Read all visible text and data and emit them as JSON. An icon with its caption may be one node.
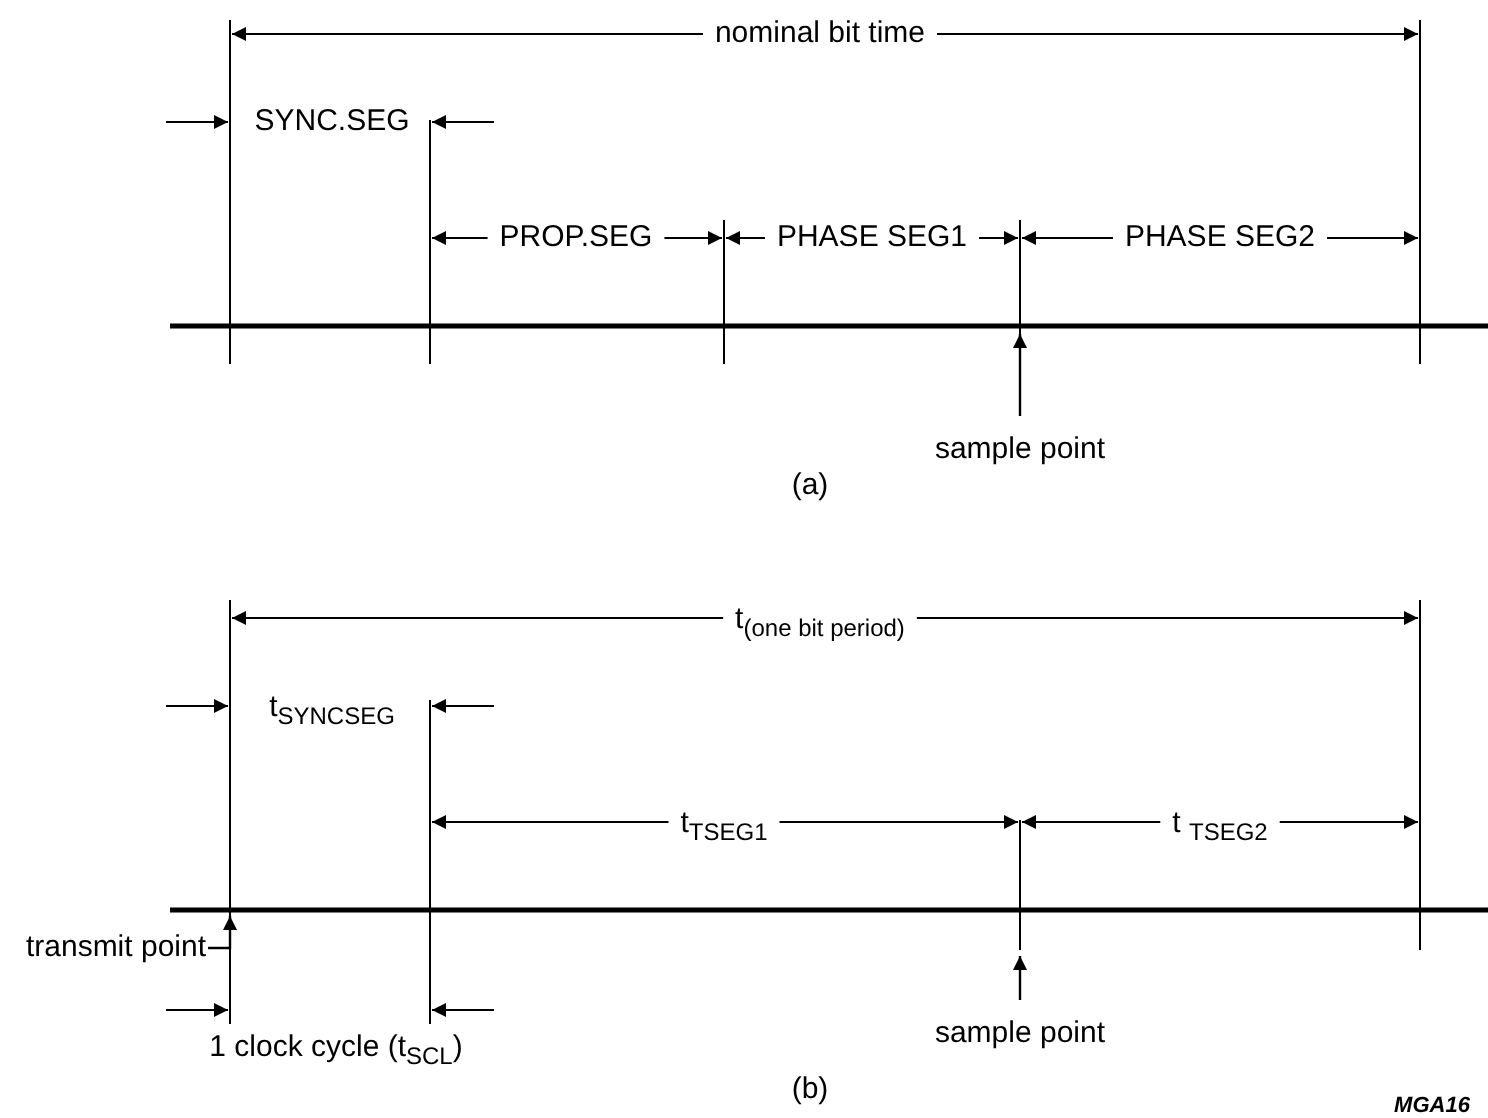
{
  "diagram": {
    "nodes": [
      {
        "text": [
          "sample point"
        ]
      },
      {
        "text": [
          "transmit point"
        ]
      },
      {
        "text": [
          "sample point"
        ]
      }
    ],
    "edges": [
      {
        "from": 0,
        "to": null,
        "arrow": "to"
      },
      {
        "from": 1,
        "to": null,
        "arrow": "to"
      },
      {
        "from": 2,
        "to": null,
        "arrow": "to"
      }
    ],
    "labels": [
      "nominal bit time",
      "SYNC.SEG",
      "PROP.SEG",
      "PHASE SEG1",
      "PHASE SEG2",
      "(a)",
      "t$_{(one bit period)}$",
      "t$_{SYNCSEG}$",
      "t$_{TSEG1}$",
      "t $_{TSEG2}$",
      "1 clock cycle (t$_{SCL}$)",
      "(b)",
      "MGA16"
    ]
  }
}
